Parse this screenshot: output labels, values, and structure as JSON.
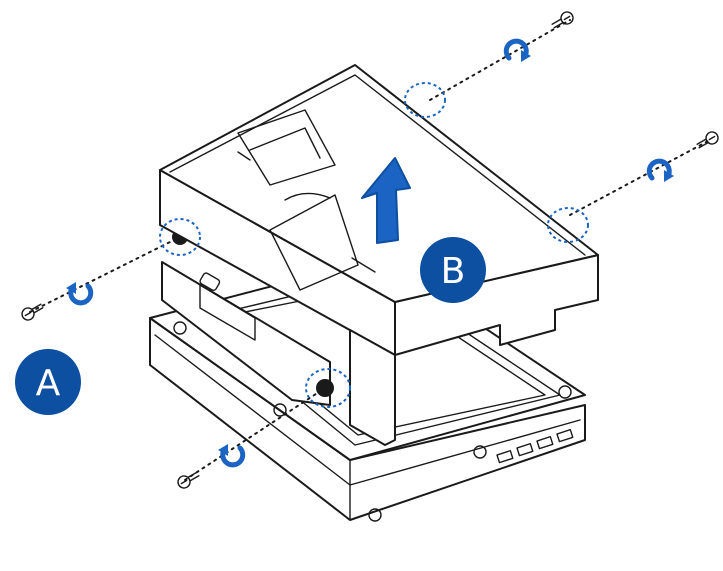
{
  "labels": {
    "step_a": "A",
    "step_b": "B"
  },
  "colors": {
    "accent_blue": "#1b64c4",
    "badge_blue": "#0d4fa0",
    "line": "#1a1a1a",
    "panel": "#ffffff",
    "background": "#ffffff"
  },
  "icons": {
    "screw": "screw-icon",
    "rotate": "rotate-arrow-icon",
    "lift": "up-arrow-icon",
    "highlight": "dashed-circle-highlight"
  }
}
